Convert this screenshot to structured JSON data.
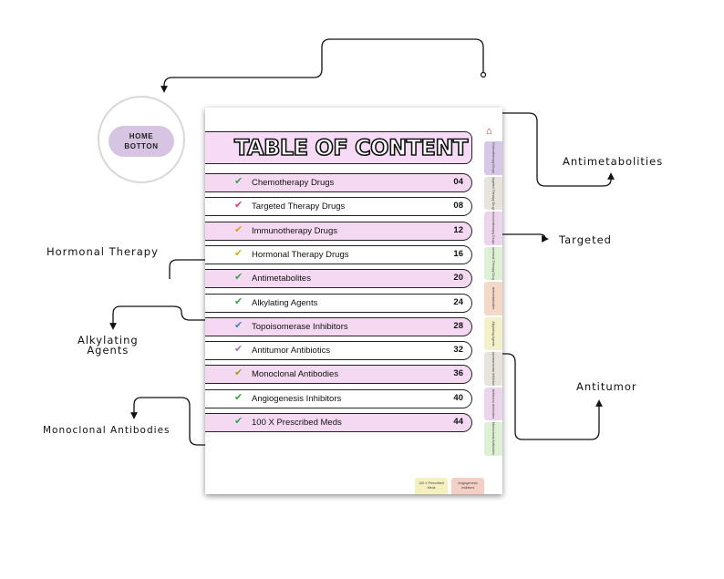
{
  "home_button": {
    "label_line1": "HOME",
    "label_line2": "BOTTON"
  },
  "document": {
    "title": "TABLE OF CONTENT",
    "rows": [
      {
        "label": "Chemotherapy Drugs",
        "page": "04",
        "shade": "pink",
        "check_color": "#3aa24a"
      },
      {
        "label": "Targeted Therapy Drugs",
        "page": "08",
        "shade": "white",
        "check_color": "#d63a6a"
      },
      {
        "label": "Immunotherapy Drugs",
        "page": "12",
        "shade": "pink",
        "check_color": "#e0a020"
      },
      {
        "label": "Hormonal Therapy Drugs",
        "page": "16",
        "shade": "white",
        "check_color": "#c8b020"
      },
      {
        "label": "Antimetabolites",
        "page": "20",
        "shade": "pink",
        "check_color": "#3aa24a"
      },
      {
        "label": "Alkylating Agents",
        "page": "24",
        "shade": "white",
        "check_color": "#3aa24a"
      },
      {
        "label": "Topoisomerase Inhibitors",
        "page": "28",
        "shade": "pink",
        "check_color": "#3a8ab0"
      },
      {
        "label": "Antitumor Antibiotics",
        "page": "32",
        "shade": "white",
        "check_color": "#b06ab0"
      },
      {
        "label": "Monoclonal Antibodies",
        "page": "36",
        "shade": "pink",
        "check_color": "#a0a030"
      },
      {
        "label": "Angiogenesis Inhibitors",
        "page": "40",
        "shade": "white",
        "check_color": "#3aa24a"
      },
      {
        "label": "100 X Prescribed Meds",
        "page": "44",
        "shade": "pink",
        "check_color": "#3aa24a"
      }
    ],
    "side_tabs": [
      {
        "label": "Chemotherapy Drugs",
        "color": "#d8c8e8"
      },
      {
        "label": "Targeted Therapy Drugs",
        "color": "#e8e4dc"
      },
      {
        "label": "Immunotherapy Drugs",
        "color": "#ecd4ec"
      },
      {
        "label": "Hormonal Therapy Drugs",
        "color": "#dcf0d4"
      },
      {
        "label": "Antimetabolites",
        "color": "#f4d8c8"
      },
      {
        "label": "Alkylating Agents",
        "color": "#f4f0c8"
      },
      {
        "label": "Topoisomerase Inhibitors",
        "color": "#e8e4dc"
      },
      {
        "label": "Antitumor Antibiotics",
        "color": "#ecd4ec"
      },
      {
        "label": "Monoclonal Antibodies",
        "color": "#dcf0d4"
      }
    ],
    "bottom_tabs": [
      {
        "label": "100 X Prescribed Meds",
        "color": "#f4f0c0"
      },
      {
        "label": "Angiogenesis Inhibitors",
        "color": "#f4d0c4"
      }
    ]
  },
  "callouts": {
    "antimetabolities": "Antimetabolities",
    "targeted": "Targeted",
    "hormonal": "Hormonal Therapy",
    "alkylating_line1": "Alkylating",
    "alkylating_line2": "Agents",
    "antitumor": "Antitumor",
    "monoclonal": "Monoclonal Antibodies"
  }
}
